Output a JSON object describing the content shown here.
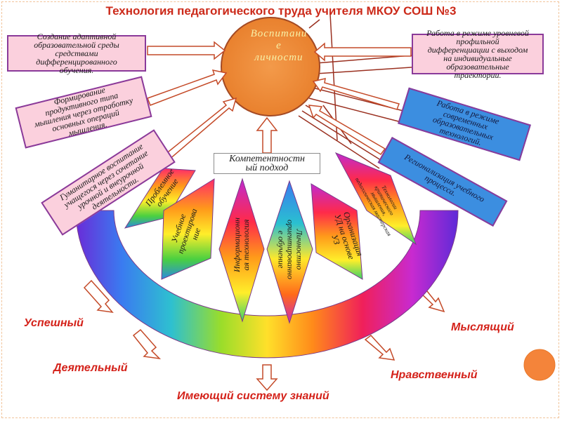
{
  "title": "Технология педагогического труда учителя МКОУ СОШ №3",
  "center": {
    "line1": "Воспитани",
    "line2": "е",
    "line3": "личности"
  },
  "approach": {
    "line1": "Компетентностн",
    "line2": "ый подход"
  },
  "left_boxes": [
    {
      "lines": [
        "Создание адаптивной",
        "образовательной среды",
        "средствами",
        "дифференцированного",
        "обучения."
      ]
    },
    {
      "lines": [
        "Формирование",
        "продуктивного типа",
        "мышления через отработку",
        "основных операций",
        "мышления."
      ]
    },
    {
      "lines": [
        "Гуманитарное воспитание",
        "учащегося через сочетание",
        "урочной и внеурочной",
        "деятельности."
      ]
    }
  ],
  "right_boxes": [
    {
      "lines": [
        "Работа в режиме уровневой",
        "профильной",
        "дифференциации с выходом",
        "на индивидуальные",
        "образовательные",
        "траектории."
      ]
    },
    {
      "lines": [
        "Работа в режиме",
        "современных",
        "образовательных",
        "технологий."
      ]
    },
    {
      "lines": [
        "Регионализация учебного",
        "процесса."
      ]
    }
  ],
  "petals": [
    {
      "lines": [
        "Проблемное",
        "обучение"
      ]
    },
    {
      "lines": [
        "Учебное",
        "проектирова",
        "ние"
      ]
    },
    {
      "lines": [
        "Информационн",
        "ая технология"
      ]
    },
    {
      "lines": [
        "Личностно",
        "ориентированно",
        "е обучение"
      ]
    },
    {
      "lines": [
        "Организация",
        "УД на основе",
        "УЗ"
      ]
    },
    {
      "lines": [
        "Технологии",
        "критического",
        "мышления,",
        "педагогическая мастерская"
      ]
    }
  ],
  "outcomes": {
    "left": "Успешный",
    "bottom_left": "Деятельный",
    "bottom": "Имеющий систему знаний",
    "bottom_right": "Нравственный",
    "right": "Мыслящий"
  },
  "colors": {
    "title": "#cc2a1a",
    "circle": "#ee8b3c",
    "box_pink": "#fbd0dd",
    "box_blue": "#3c8ee0",
    "box_border": "#8a3a9a",
    "outcome_text": "#d4221a",
    "arrow_outline": "#c44a28"
  }
}
